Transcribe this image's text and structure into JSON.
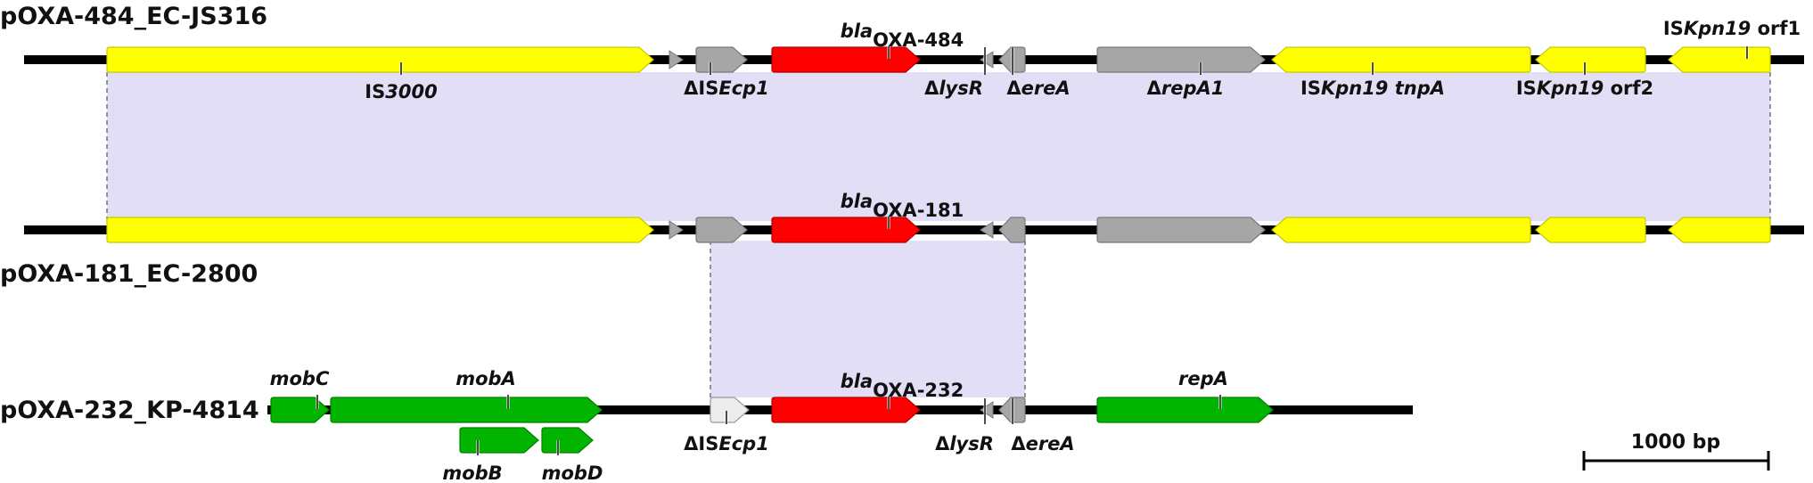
{
  "plasmids": [
    {
      "name": "pOXA-484_EC-JS316",
      "labels": [
        {
          "parts": [
            {
              "t": "IS"
            },
            {
              "t": "3000",
              "i": true
            }
          ]
        },
        {
          "parts": [
            {
              "t": "ΔIS"
            },
            {
              "t": "Ecp1",
              "i": true
            }
          ]
        },
        {
          "parts": [
            {
              "t": "bla",
              "i": true
            },
            {
              "t": "OXA-484",
              "sub": true
            }
          ]
        },
        {
          "parts": [
            {
              "t": "Δ"
            },
            {
              "t": "lysR",
              "i": true
            }
          ]
        },
        {
          "parts": [
            {
              "t": "Δ"
            },
            {
              "t": "ereA",
              "i": true
            }
          ]
        },
        {
          "parts": [
            {
              "t": "Δ"
            },
            {
              "t": "repA1",
              "i": true
            }
          ]
        },
        {
          "parts": [
            {
              "t": "IS"
            },
            {
              "t": "Kpn19 tnpA",
              "i": true
            }
          ]
        },
        {
          "parts": [
            {
              "t": "IS"
            },
            {
              "t": "Kpn19",
              "i": true
            },
            {
              "t": " orf2"
            }
          ]
        },
        {
          "parts": [
            {
              "t": "IS"
            },
            {
              "t": "Kpn19",
              "i": true
            },
            {
              "t": " orf1"
            }
          ]
        }
      ]
    },
    {
      "name": "pOXA-181_EC-2800",
      "labels": [
        {
          "parts": [
            {
              "t": "bla",
              "i": true
            },
            {
              "t": "OXA-181",
              "sub": true
            }
          ]
        }
      ]
    },
    {
      "name": "pOXA-232_KP-4814",
      "labels": [
        {
          "parts": [
            {
              "t": "mobC",
              "i": true
            }
          ]
        },
        {
          "parts": [
            {
              "t": "mobA",
              "i": true
            }
          ]
        },
        {
          "parts": [
            {
              "t": "mobB",
              "i": true
            }
          ]
        },
        {
          "parts": [
            {
              "t": "mobD",
              "i": true
            }
          ]
        },
        {
          "parts": [
            {
              "t": "ΔIS"
            },
            {
              "t": "Ecp1",
              "i": true
            }
          ]
        },
        {
          "parts": [
            {
              "t": "bla",
              "i": true
            },
            {
              "t": "OXA-232",
              "sub": true
            }
          ]
        },
        {
          "parts": [
            {
              "t": "Δ"
            },
            {
              "t": "lysR",
              "i": true
            }
          ]
        },
        {
          "parts": [
            {
              "t": "Δ"
            },
            {
              "t": "ereA",
              "i": true
            }
          ]
        },
        {
          "parts": [
            {
              "t": "repA",
              "i": true
            }
          ]
        }
      ]
    }
  ],
  "scale_bar": {
    "label": "1000 bp"
  },
  "colors": {
    "backbone": "#000000",
    "is_element": "#ffff00",
    "is_border": "#c7c700",
    "bla": "#ff0000",
    "bla_border": "#b00000",
    "truncated": "#a6a6a6",
    "truncated_border": "#7a7a7a",
    "is_ecp1_light": "#ececec",
    "mob_rep": "#00b400",
    "mob_border": "#008000",
    "homology": "#e2def5"
  }
}
